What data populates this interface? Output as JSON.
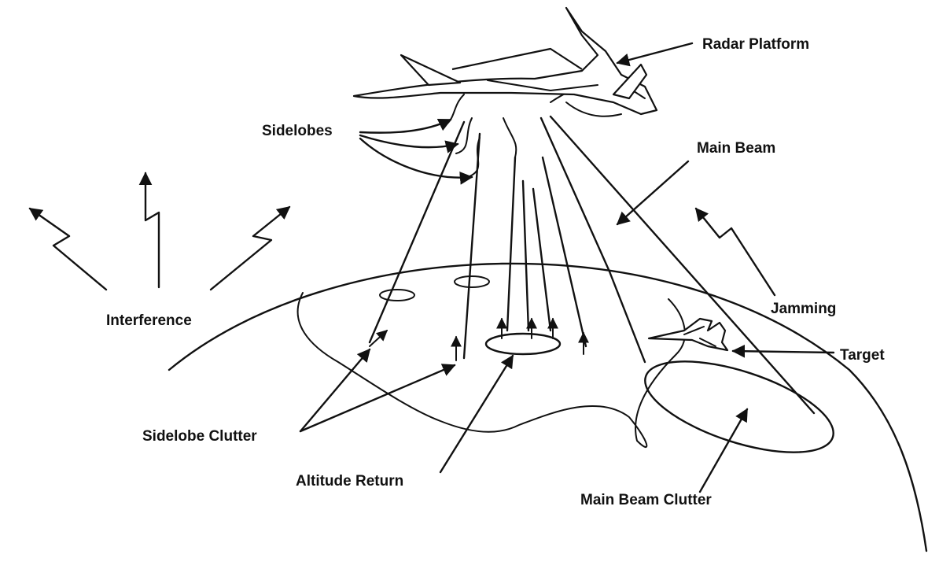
{
  "labels": {
    "radar_platform": "Radar Platform",
    "sidelobes": "Sidelobes",
    "main_beam": "Main Beam",
    "interference": "Interference",
    "jamming": "Jamming",
    "target": "Target",
    "sidelobe_clutter": "Sidelobe Clutter",
    "altitude_return": "Altitude Return",
    "main_beam_clutter": "Main Beam Clutter"
  },
  "colors": {
    "ink": "#111111",
    "background": "#ffffff"
  },
  "icons": [
    "aircraft-icon",
    "target-aircraft-icon",
    "lightning-arrow-icon"
  ]
}
